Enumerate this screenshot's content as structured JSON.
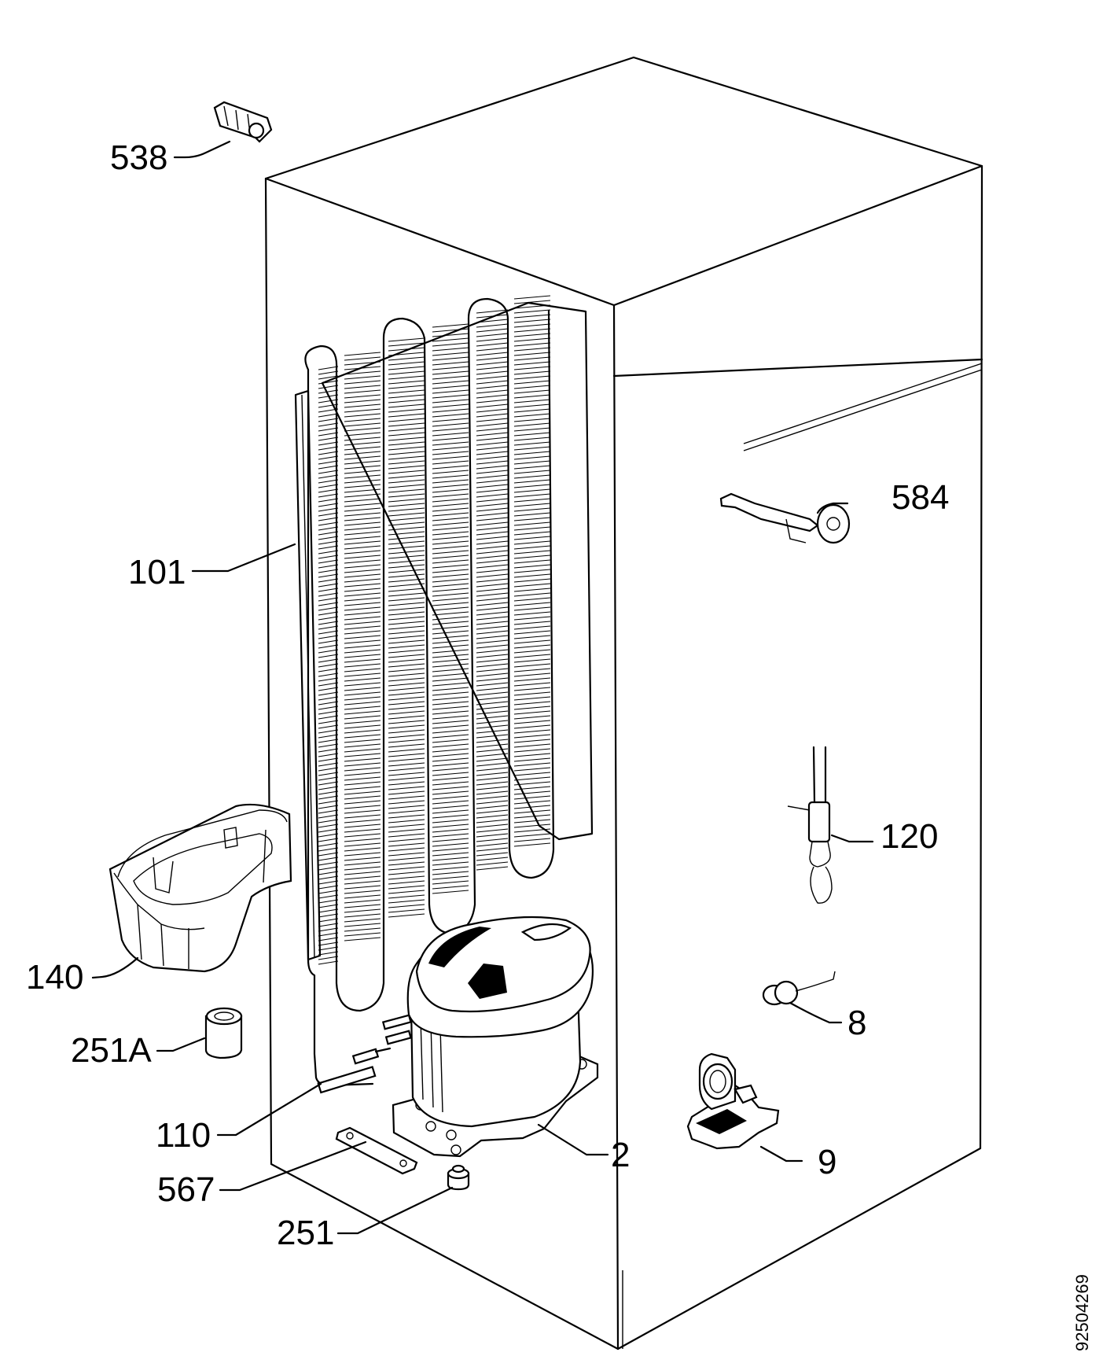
{
  "diagram": {
    "document_number": "92504269",
    "labels": {
      "p538": "538",
      "p584": "584",
      "p101": "101",
      "p120": "120",
      "p140": "140",
      "p8": "8",
      "p251a": "251A",
      "p110": "110",
      "p2": "2",
      "p567": "567",
      "p9": "9",
      "p251": "251"
    }
  }
}
